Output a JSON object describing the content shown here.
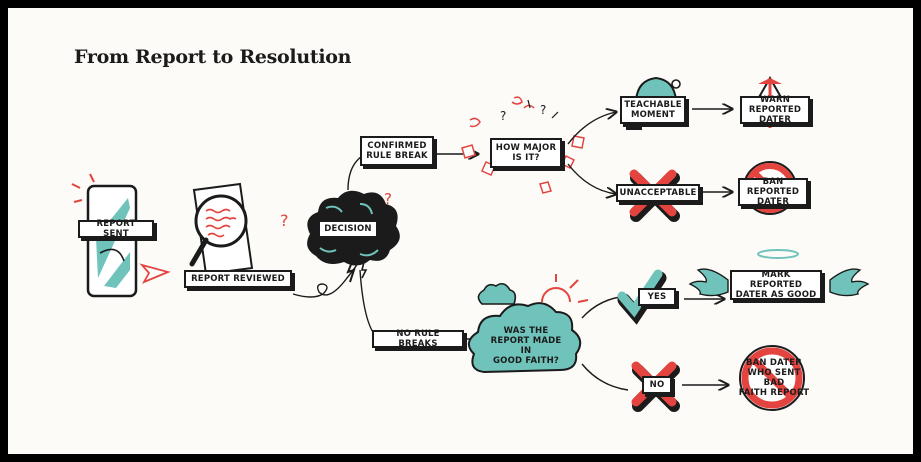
{
  "title": "From Report to Resolution",
  "nodes": {
    "report_sent": "Report sent",
    "report_reviewed": "Report reviewed",
    "decision": "Decision",
    "confirmed_rule_break": "Confirmed\nrule break",
    "no_rule_breaks": "No rule breaks",
    "how_major": "How major\nis it?",
    "teachable_moment": "Teachable\nmoment",
    "unacceptable": "Unacceptable",
    "warn_reported_dater": "Warn reported\ndater",
    "ban_reported_dater": "Ban reported\ndater",
    "good_faith_question": "Was the\nreport made in\ngood faith?",
    "yes": "Yes",
    "no": "No",
    "mark_reported_dater_good": "Mark reported\ndater as good",
    "ban_bad_faith_dater": "Ban dater\nwho sent bad\nfaith report"
  },
  "colors": {
    "ink": "#1b1b1b",
    "accent_red": "#e4443f",
    "teal": "#6fc3bb",
    "paper": "#fcfbf7"
  },
  "icons": [
    "phone-icon",
    "document-icon",
    "magnifier-icon",
    "storm-cloud-icon",
    "bell-icon",
    "warning-sign-icon",
    "red-x-icon",
    "ban-sign-icon",
    "checkmark-icon",
    "winged-halo-icon",
    "sun-cloud-icon"
  ]
}
